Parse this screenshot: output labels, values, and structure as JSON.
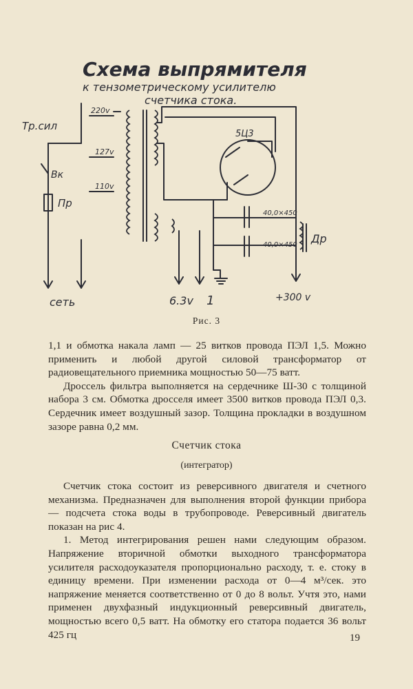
{
  "diagram": {
    "title_line1": "Схема выпрямителя",
    "title_line2": "к тензометрическому усилителю",
    "title_line3": "счетчика стока.",
    "labels": {
      "tr_sil": "Тр.сил",
      "vk": "Вк",
      "pr": "Пр",
      "v220": "220v",
      "v127": "127v",
      "v110": "110v",
      "tube": "5Ц3",
      "cap1": "40,0×450",
      "cap2": "40,0×450",
      "choke": "Др",
      "set": "сеть",
      "v63": "6.3v",
      "one": "1",
      "v300": "+300 v"
    }
  },
  "caption": "Рис. 3",
  "para1": "1,1 и обмотка накала ламп — 25 витков провода ПЭЛ 1,5. Можно применить и любой другой силовой трансформатор от радиовещательного приемника мощностью 50—75 ватт.",
  "para2": "Дроссель фильтра выполняется на сердечнике Ш-30 с толщиной набора 3 см. Обмотка дросселя имеет 3500 витков провода ПЭЛ 0,3. Сердечник имеет воздушный зазор. Толщина прокладки в воздушном зазоре равна 0,2 мм.",
  "section_title": "Счетчик стока",
  "section_subtitle": "(интегратор)",
  "para3": "Счетчик стока состоит из реверсивного двигателя и счетного механизма. Предназначен для выполнения второй функции прибора — подсчета стока воды в трубопроводе. Реверсивный двигатель показан на рис 4.",
  "para4": "1. Метод интегрирования решен нами следующим образом. Напряжение вторичной обмотки выходного трансформатора усилителя расходоуказателя пропорционально расходу, т. е. стоку в единицу времени. При изменении расхода от 0—4 м³/сек. это напряжение меняется соответственно от 0 до 8 вольт. Учтя это, нами применен двухфазный индукционный реверсивный двигатель, мощностью всего 0,5 ватт. На обмотку его статора подается 36 вольт 425 гц",
  "page_number": "19"
}
